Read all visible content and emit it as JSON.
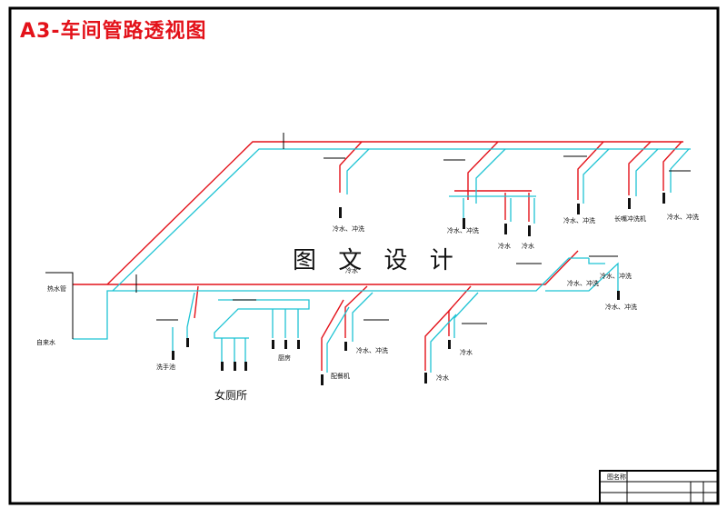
{
  "title": "A3-车间管路透视图",
  "watermark": "图 文 设 计",
  "room_label": "女厕所",
  "colors": {
    "hot_water": "#e3121a",
    "cold_water": "#1fc4d4",
    "frame": "#000000",
    "title": "#e3121a"
  },
  "inlet_labels": {
    "hot_pipe": "热水管",
    "cold_water": "自来水"
  },
  "fixture_labels": [
    "冷水、冲洗",
    "冷水、冲洗",
    "冷水、冲洗",
    "冷水",
    "冷水",
    "长嘴冲洗机",
    "冷水、冲洗",
    "冷水、冲洗",
    "冷水、冲洗",
    "冷水、冲洗",
    "洗手池",
    "冷水",
    "冷水",
    "厨房",
    "配餐机",
    "冷水",
    "冷水、冲洗"
  ],
  "title_block": {
    "label": "图名称"
  }
}
